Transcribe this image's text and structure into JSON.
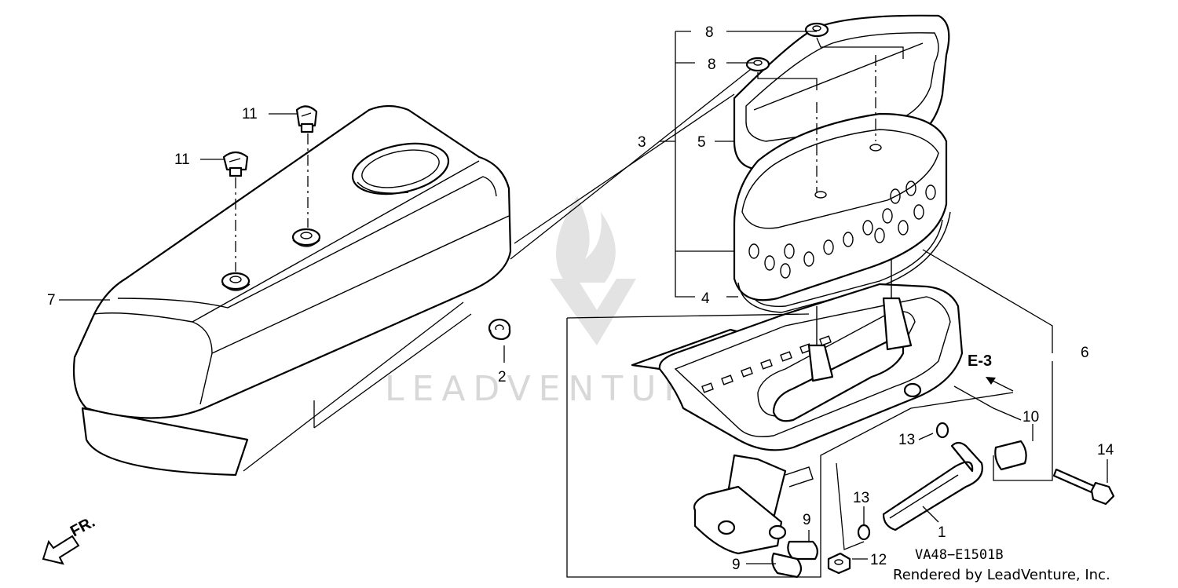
{
  "callouts": {
    "c1": "1",
    "c2": "2",
    "c3": "3",
    "c4": "4",
    "c5": "5",
    "c6": "6",
    "c7": "7",
    "c8a": "8",
    "c8b": "8",
    "c9a": "9",
    "c9b": "9",
    "c10": "10",
    "c11a": "11",
    "c11b": "11",
    "c12": "12",
    "c13a": "13",
    "c13b": "13",
    "c14": "14"
  },
  "reference": "E-3",
  "direction": "FR.",
  "drawing_code": "VA48−E1501B",
  "credit": "Rendered by LeadVenture, Inc.",
  "watermark": "LEADVENTURE"
}
